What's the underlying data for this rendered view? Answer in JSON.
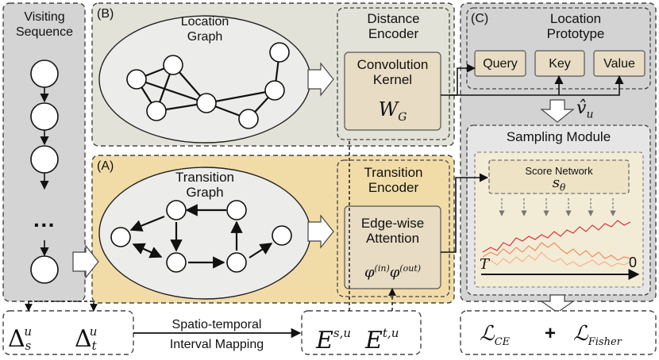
{
  "visiting_sequence": {
    "title_line1": "Visiting",
    "title_line2": "Sequence",
    "ellipsis": "···"
  },
  "panel_b": {
    "tag": "(B)",
    "graph_title_line1": "Location",
    "graph_title_line2": "Graph",
    "encoder_title_line1": "Distance",
    "encoder_title_line2": "Encoder",
    "kernel_line1": "Convolution",
    "kernel_line2": "Kernel",
    "kernel_symbol": "W",
    "kernel_symbol_sub": "G"
  },
  "panel_a": {
    "tag": "(A)",
    "graph_title_line1": "Transition",
    "graph_title_line2": "Graph",
    "encoder_title_line1": "Transition",
    "encoder_title_line2": "Encoder",
    "attention_line1": "Edge-wise",
    "attention_line2": "Attention",
    "phi_in_sup": "(in)",
    "phi_out_sup": "(out)",
    "phi_symbol": "φ"
  },
  "panel_c": {
    "tag": "(C)",
    "title_line1": "Location",
    "title_line2": "Prototype",
    "query": "Query",
    "key": "Key",
    "value": "Value",
    "v_hat": "v̂",
    "v_sub": "u"
  },
  "sampling": {
    "title": "Sampling Module",
    "score_network": "Score Network",
    "s_theta": "s",
    "s_theta_sub": "θ",
    "axis_start": "T",
    "axis_end": "0"
  },
  "bottom": {
    "delta_symbol": "Δ",
    "delta_s_sub": "s",
    "delta_t_sub": "t",
    "delta_sup": "u",
    "mapping_line1": "Spatio-temporal",
    "mapping_line2": "Interval Mapping",
    "E_symbol": "E",
    "E_s_sup": "s,u",
    "E_t_sup": "t,u",
    "loss_ce_symbol": "ℒ",
    "loss_ce_sub": "CE",
    "plus": "+",
    "loss_fisher_symbol": "ℒ",
    "loss_fisher_sub": "Fisher"
  },
  "colors": {
    "panel_b_fill": "#e2e2d8",
    "panel_a_fill": "#f1dca8",
    "inner_box_fill": "#e8dcc4",
    "gray_panel_fill": "#d4d4d4",
    "right_fill": "#d3d3d3",
    "sampling_fill": "#e6e6e6",
    "score_fill": "#eee3c5",
    "curve_red": "#d9303a",
    "curve_orange": "#f08a5c",
    "curve_peach": "#f6b38f"
  }
}
